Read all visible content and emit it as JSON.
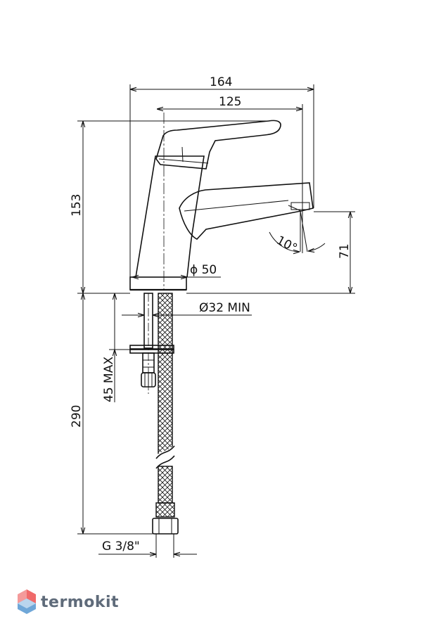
{
  "dimensions": {
    "overall_width": "164",
    "spout_reach": "125",
    "height": "153",
    "outlet_height": "71",
    "body_diameter": "ϕ 50",
    "hole_diameter": "Ø32 MIN",
    "max_thickness": "45 MAX",
    "hose_length": "290",
    "thread": "G 3/8\"",
    "angle": "10°"
  },
  "brand": {
    "name": "termokit",
    "colors": {
      "logo_top": "#f06a6a",
      "logo_bottom": "#6fa7d8",
      "text": "#5f6b7a"
    }
  }
}
